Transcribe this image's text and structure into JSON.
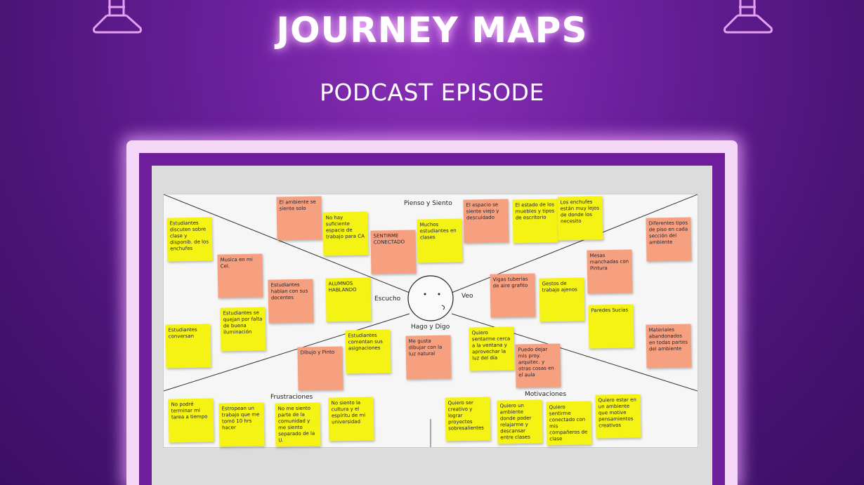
{
  "header": {
    "title": "JOURNEY MAPS",
    "subtitle": "PODCAST EPISODE"
  },
  "colors": {
    "accent_glow": "#f0b0ff",
    "background": "#5a1a88",
    "frame": "#f4d6f6",
    "sticky_yellow": "#f5f314",
    "sticky_orange": "#f7a07f"
  },
  "icons": [
    "ring-light-icon-left",
    "ring-light-icon-right"
  ],
  "board": {
    "sections": {
      "top": "Pienso y Siento",
      "left": "Escucho",
      "right": "Veo",
      "bottom": "Hago y Digo",
      "frustrations": "Frustraciones",
      "motivations": "Motivaciones"
    },
    "notes": [
      {
        "text": "Estudiantes discuten sobre clase y disponib. de los enchufes",
        "color": "y"
      },
      {
        "text": "Musica en mi Cel.",
        "color": "o"
      },
      {
        "text": "Estudiantes conversan",
        "color": "y"
      },
      {
        "text": "Estudiantes se quejan por falta de buena iluminación",
        "color": "y"
      },
      {
        "text": "El ambiente se siente solo",
        "color": "o"
      },
      {
        "text": "Estudiantes hablan con sus docentes",
        "color": "o"
      },
      {
        "text": "No hay suficiente espacio de trabajo para CA",
        "color": "y"
      },
      {
        "text": "ALUMNOS HABLANDO",
        "color": "y"
      },
      {
        "text": "SENTIRME CONECTADO",
        "color": "o"
      },
      {
        "text": "Muchos estudiantes en clases",
        "color": "y"
      },
      {
        "text": "El espacio se siente viejo y descuidado",
        "color": "o"
      },
      {
        "text": "Estudiantes comentan sus asignaciones",
        "color": "y"
      },
      {
        "text": "Dibujo y Pinto",
        "color": "o"
      },
      {
        "text": "Me gusta dibujar con la luz natural",
        "color": "o"
      },
      {
        "text": "Quiero sentarme cerca a la ventana y aprovechar la luz del día",
        "color": "y"
      },
      {
        "text": "Puedo dejar mis proy. arquitec. y otras cosas en el aula",
        "color": "o"
      },
      {
        "text": "Vigas tuberías de aire grafito",
        "color": "o"
      },
      {
        "text": "Gestos de trabajo ajenos",
        "color": "y"
      },
      {
        "text": "El estado de los muebles y tipos de escritorio",
        "color": "y"
      },
      {
        "text": "Los enchufes están muy lejos de donde los necesito",
        "color": "y"
      },
      {
        "text": "Mesas manchadas con Pintura",
        "color": "o"
      },
      {
        "text": "Paredes Sucias",
        "color": "y"
      },
      {
        "text": "Diferentes tipos de piso en cada sección del ambiente",
        "color": "o"
      },
      {
        "text": "Materiales abandonados en todas partes del ambiente",
        "color": "o"
      },
      {
        "text": "No podré terminar mi tarea a tiempo",
        "color": "y"
      },
      {
        "text": "Estropean un trabajo que me tomó 10 hrs hacer",
        "color": "y"
      },
      {
        "text": "No me siento parte de la comunidad y me siento separado de la U.",
        "color": "y"
      },
      {
        "text": "No siento la cultura y el espíritu de mi universidad",
        "color": "y"
      },
      {
        "text": "Quiero ser creativo y lograr proyectos sobresalientes",
        "color": "y"
      },
      {
        "text": "Quiero un ambiente donde poder relajarme y descansar entre clases",
        "color": "y"
      },
      {
        "text": "Quiero sentirme conectado con mis compañeros de clase",
        "color": "y"
      },
      {
        "text": "Quiero estar en un ambiente que motive pensamientos creativos",
        "color": "y"
      }
    ]
  }
}
